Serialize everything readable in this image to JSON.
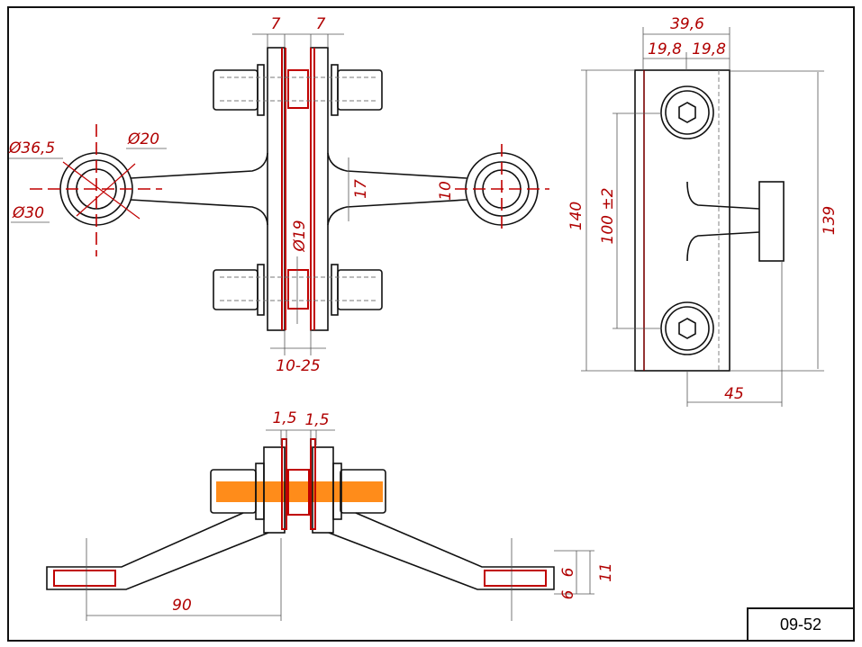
{
  "title_block": {
    "drawing_number": "09-52"
  },
  "colors": {
    "dimension": "#b00000",
    "highlight": "#c00000",
    "rod": "#ff8c1a"
  },
  "front_view": {
    "dims": {
      "plate_left": "7",
      "plate_right": "7",
      "outer_dia": "Ø36,5",
      "inner_dia": "Ø20",
      "mid_dia": "Ø30",
      "arm_width": "17",
      "arm_width_right": "10",
      "bolt_dia": "Ø19",
      "glass_gap": "10-25"
    }
  },
  "side_view": {
    "dims": {
      "total_width": "39,6",
      "half_left": "19,8",
      "half_right": "19,8",
      "height": "140",
      "bolt_spacing": "100 ±2",
      "height_right": "139",
      "offset": "45"
    }
  },
  "bottom_view": {
    "dims": {
      "washer_left": "1,5",
      "washer_right": "1,5",
      "reach": "90",
      "flange_inner": "6",
      "flange_outer": "11"
    }
  }
}
